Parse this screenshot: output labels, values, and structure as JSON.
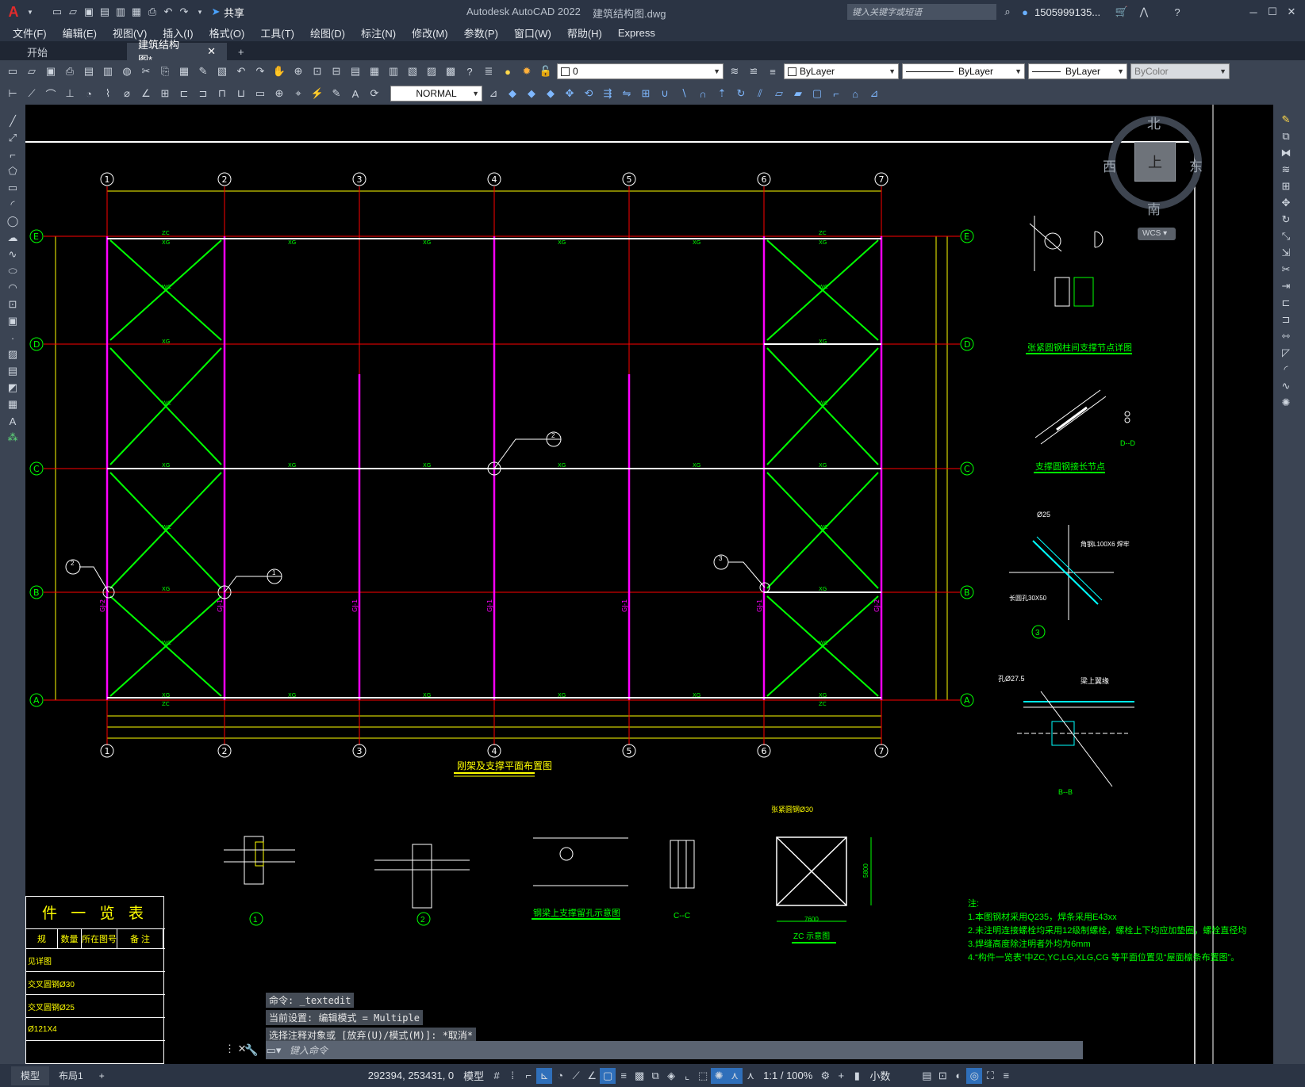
{
  "app": {
    "title": "Autodesk AutoCAD 2022",
    "filename": "建筑结构图.dwg",
    "share_label": "共享",
    "search_placeholder": "键入关键字或短语",
    "user": "1505999135...",
    "accent": "#c8102e"
  },
  "menu": [
    "文件(F)",
    "编辑(E)",
    "视图(V)",
    "插入(I)",
    "格式(O)",
    "工具(T)",
    "绘图(D)",
    "标注(N)",
    "修改(M)",
    "参数(P)",
    "窗口(W)",
    "帮助(H)",
    "Express"
  ],
  "tabs": {
    "start": "开始",
    "active": "建筑结构图*",
    "add": "+"
  },
  "toolbar": {
    "layer_value": "0",
    "color_value": "ByLayer",
    "linetype_value": "ByLayer",
    "lineweight_value": "ByLayer",
    "plotstyle_value": "ByColor",
    "textstyle_value": "NORMAL"
  },
  "viewcube": {
    "north": "北",
    "south": "南",
    "east": "东",
    "west": "西",
    "top": "上",
    "wcs": "WCS"
  },
  "drawing": {
    "grid_cols": [
      "1",
      "2",
      "3",
      "4",
      "5",
      "6",
      "7"
    ],
    "grid_rows": [
      "E",
      "D",
      "C",
      "B",
      "A"
    ],
    "title_main": "刚架及支撑平面布置图",
    "label_xg": "XG",
    "label_zc": "ZC",
    "label_wc": "WC",
    "label_gj1": "GJ-1",
    "label_gj2": "GJ-2",
    "detail1_title": "张紧圆钢柱间支撑节点详图",
    "detail2_title": "支撑圆钢接长节点",
    "detail2_sub": "D--D",
    "detail3_note_a": "Ø25",
    "detail3_note_b": "角钢L100X6 焊牢",
    "detail3_note_c": "长圆孔30X50",
    "detail3_num": "3",
    "detail4_note_a": "孔Ø27.5",
    "detail4_note_b": "梁上翼缘",
    "detail4_sub": "B--B",
    "bottom_d1": "1",
    "bottom_d2": "2",
    "bottom_d3": "钢梁上支撑留孔示意图",
    "bottom_d4": "C--C",
    "bottom_d5": "ZC 示意图",
    "zc_dim_w": "7600",
    "zc_dim_h": "5800",
    "zc_label": "张紧圆钢Ø30",
    "notes_title": "注:",
    "notes": [
      "1.本图钢材采用Q235，焊条采用E43xx",
      "2.未注明连接螺栓均采用12级制螺栓，螺栓上下均应加垫圈，螺栓直径均",
      "3.焊缝高度除注明者外均为6mm",
      "4.“构件一览表”中ZC,YC,LG,XLG,CG 等平面位置见“屋面檩条布置图”。"
    ],
    "table_title": "件 一 览 表",
    "table_headers": [
      "规",
      "数量",
      "所在图号",
      "备 注"
    ],
    "table_rows": [
      "见详图",
      "交叉圆钢Ø30",
      "交叉圆钢Ø25",
      "Ø121X4"
    ]
  },
  "command": {
    "history": [
      "命令: _textedit",
      "当前设置: 编辑模式 = Multiple",
      "选择注释对象或 [放弃(U)/模式(M)]: *取消*"
    ],
    "placeholder": "键入命令"
  },
  "status": {
    "model_tab": "模型",
    "layout_tab": "布局1",
    "coords": "292394, 253431, 0",
    "space": "模型",
    "scale": "1:1 / 100%",
    "units": "小数"
  }
}
